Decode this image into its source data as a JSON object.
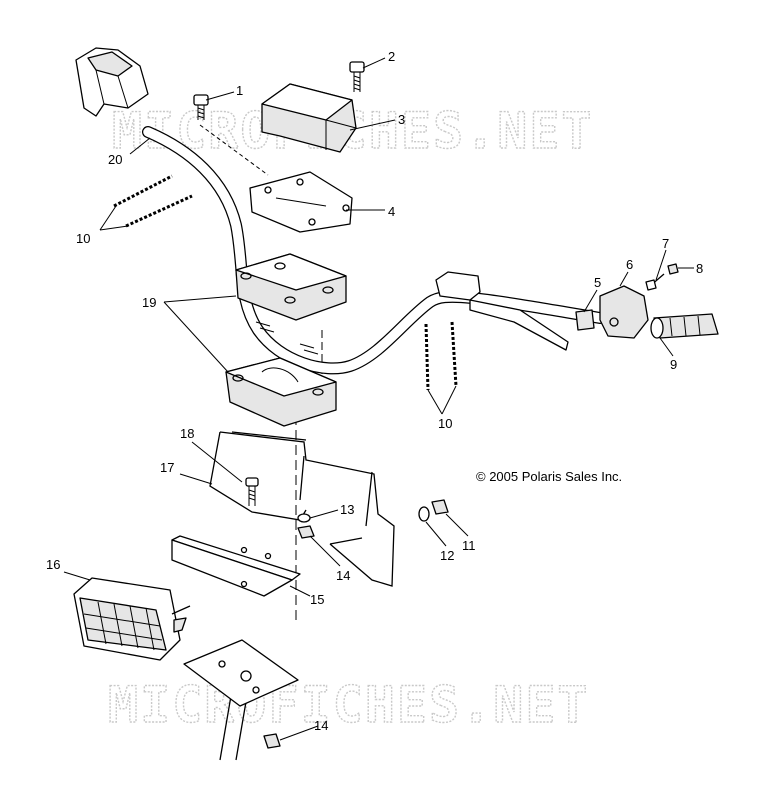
{
  "watermark": "MICROFICHES.NET",
  "copyright": "© 2005 Polaris Sales Inc.",
  "callouts": [
    "1",
    "2",
    "3",
    "4",
    "5",
    "6",
    "7",
    "8",
    "9",
    "10",
    "10",
    "11",
    "12",
    "13",
    "14",
    "14",
    "15",
    "16",
    "17",
    "18",
    "19",
    "20"
  ],
  "colors": {
    "ink": "#000000",
    "watermark": "#c9c9c9",
    "background": "#ffffff"
  }
}
